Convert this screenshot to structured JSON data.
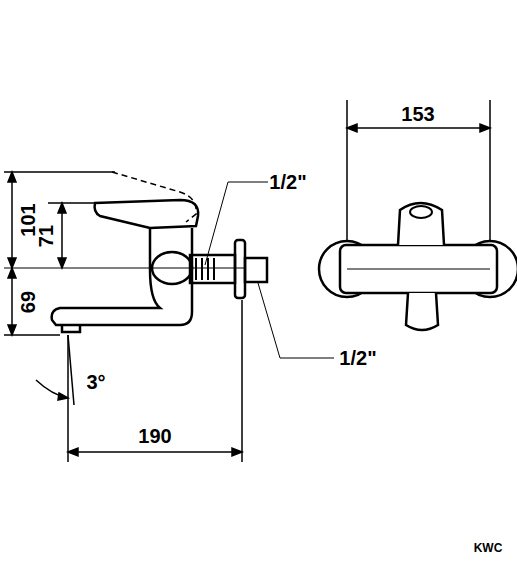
{
  "diagram": {
    "labels": [
      "153",
      "1/2\"",
      "101",
      "71",
      "69",
      "1/2\"",
      "3°",
      "190",
      "KWC"
    ]
  }
}
